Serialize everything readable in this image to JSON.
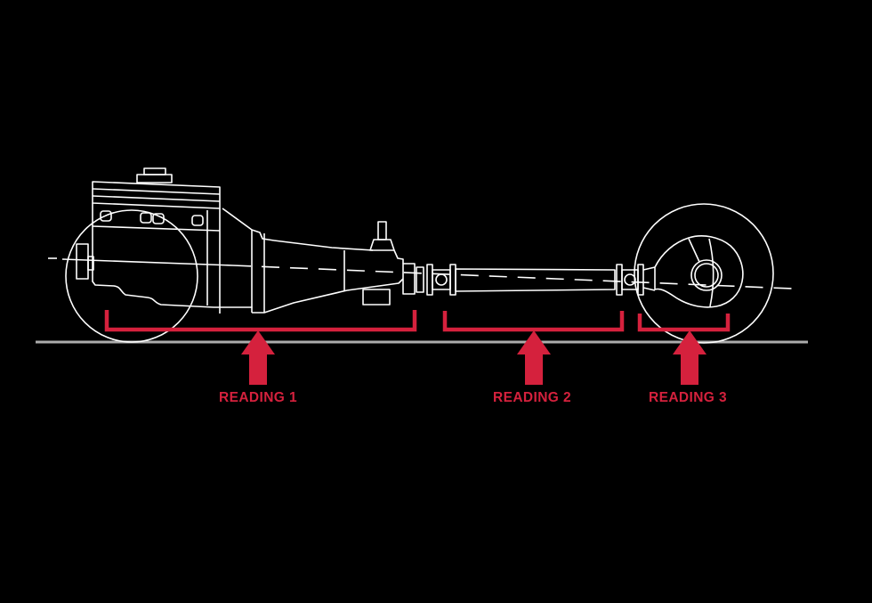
{
  "colors": {
    "background": "#000000",
    "line": "#FFFFFF",
    "ground": "#ACACAC",
    "accent": "#D5213D"
  },
  "readings": [
    {
      "label": "READING 1"
    },
    {
      "label": "READING 2"
    },
    {
      "label": "READING 3"
    }
  ]
}
